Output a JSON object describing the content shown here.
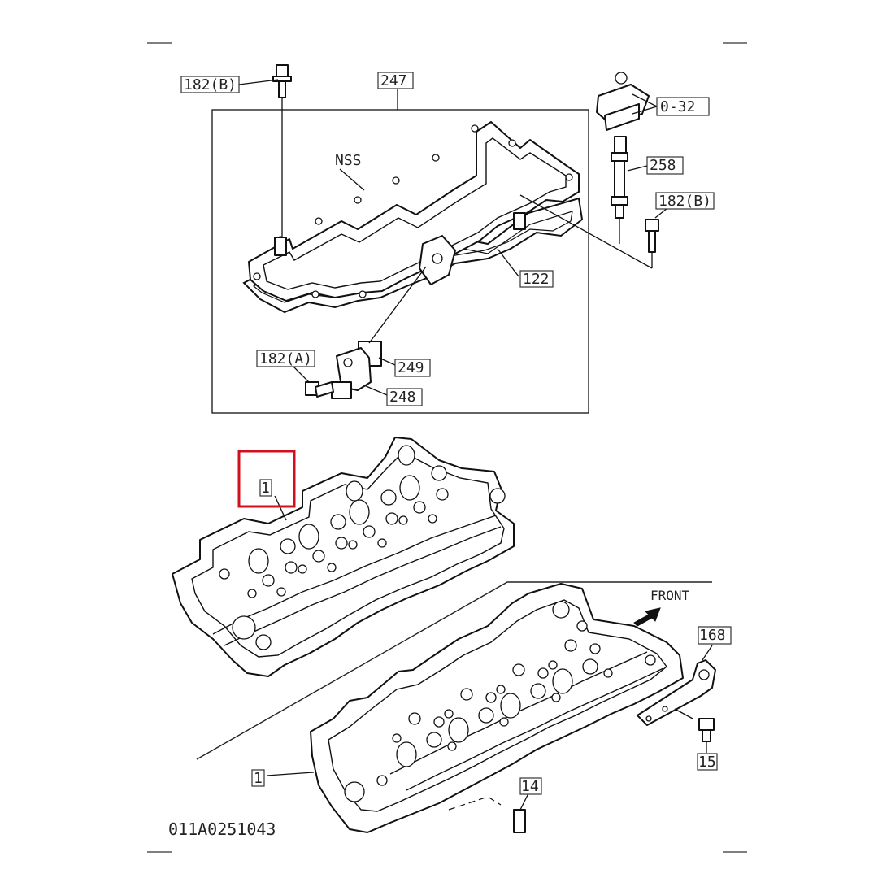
{
  "diagram_code": "011A0251043",
  "front_label": "FRONT",
  "nss_label": "NSS",
  "labels": {
    "l_182b_top": "182(B)",
    "l_247": "247",
    "l_o32": "0-32",
    "l_258": "258",
    "l_182b_right": "182(B)",
    "l_122": "122",
    "l_182a": "182(A)",
    "l_249": "249",
    "l_248": "248",
    "l_1_top": "1",
    "l_1_bottom": "1",
    "l_168": "168",
    "l_15": "15",
    "l_14": "14"
  },
  "highlight_color": "#d0101c"
}
